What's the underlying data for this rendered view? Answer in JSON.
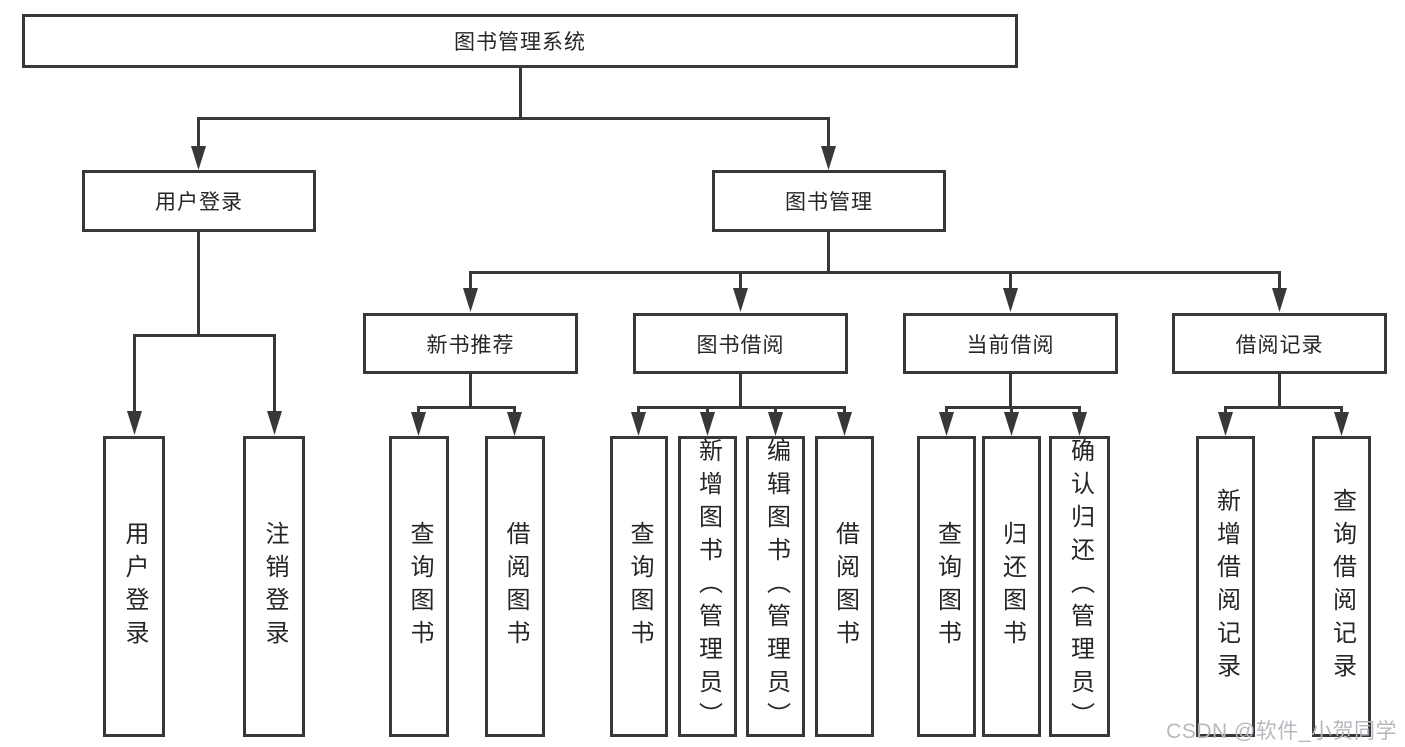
{
  "tree": {
    "label": "图书管理系统",
    "children": [
      {
        "label": "用户登录",
        "children": [
          {
            "label": "用户登录"
          },
          {
            "label": "注销登录"
          }
        ]
      },
      {
        "label": "图书管理",
        "children": [
          {
            "label": "新书推荐",
            "children": [
              {
                "label": "查询图书"
              },
              {
                "label": "借阅图书"
              }
            ]
          },
          {
            "label": "图书借阅",
            "children": [
              {
                "label": "查询图书"
              },
              {
                "label": "新增图书（管理员）"
              },
              {
                "label": "编辑图书（管理员）"
              },
              {
                "label": "借阅图书"
              }
            ]
          },
          {
            "label": "当前借阅",
            "children": [
              {
                "label": "查询图书"
              },
              {
                "label": "归还图书"
              },
              {
                "label": "确认归还（管理员）"
              }
            ]
          },
          {
            "label": "借阅记录",
            "children": [
              {
                "label": "新增借阅记录"
              },
              {
                "label": "查询借阅记录"
              }
            ]
          }
        ]
      }
    ]
  },
  "watermark": {
    "text": "CSDN @软件_小贺同学"
  },
  "colors": {
    "line": "#383838",
    "box_border": "#383838",
    "box_background": "#ffffff",
    "text": "#262626",
    "watermark": "#b5b9be"
  }
}
